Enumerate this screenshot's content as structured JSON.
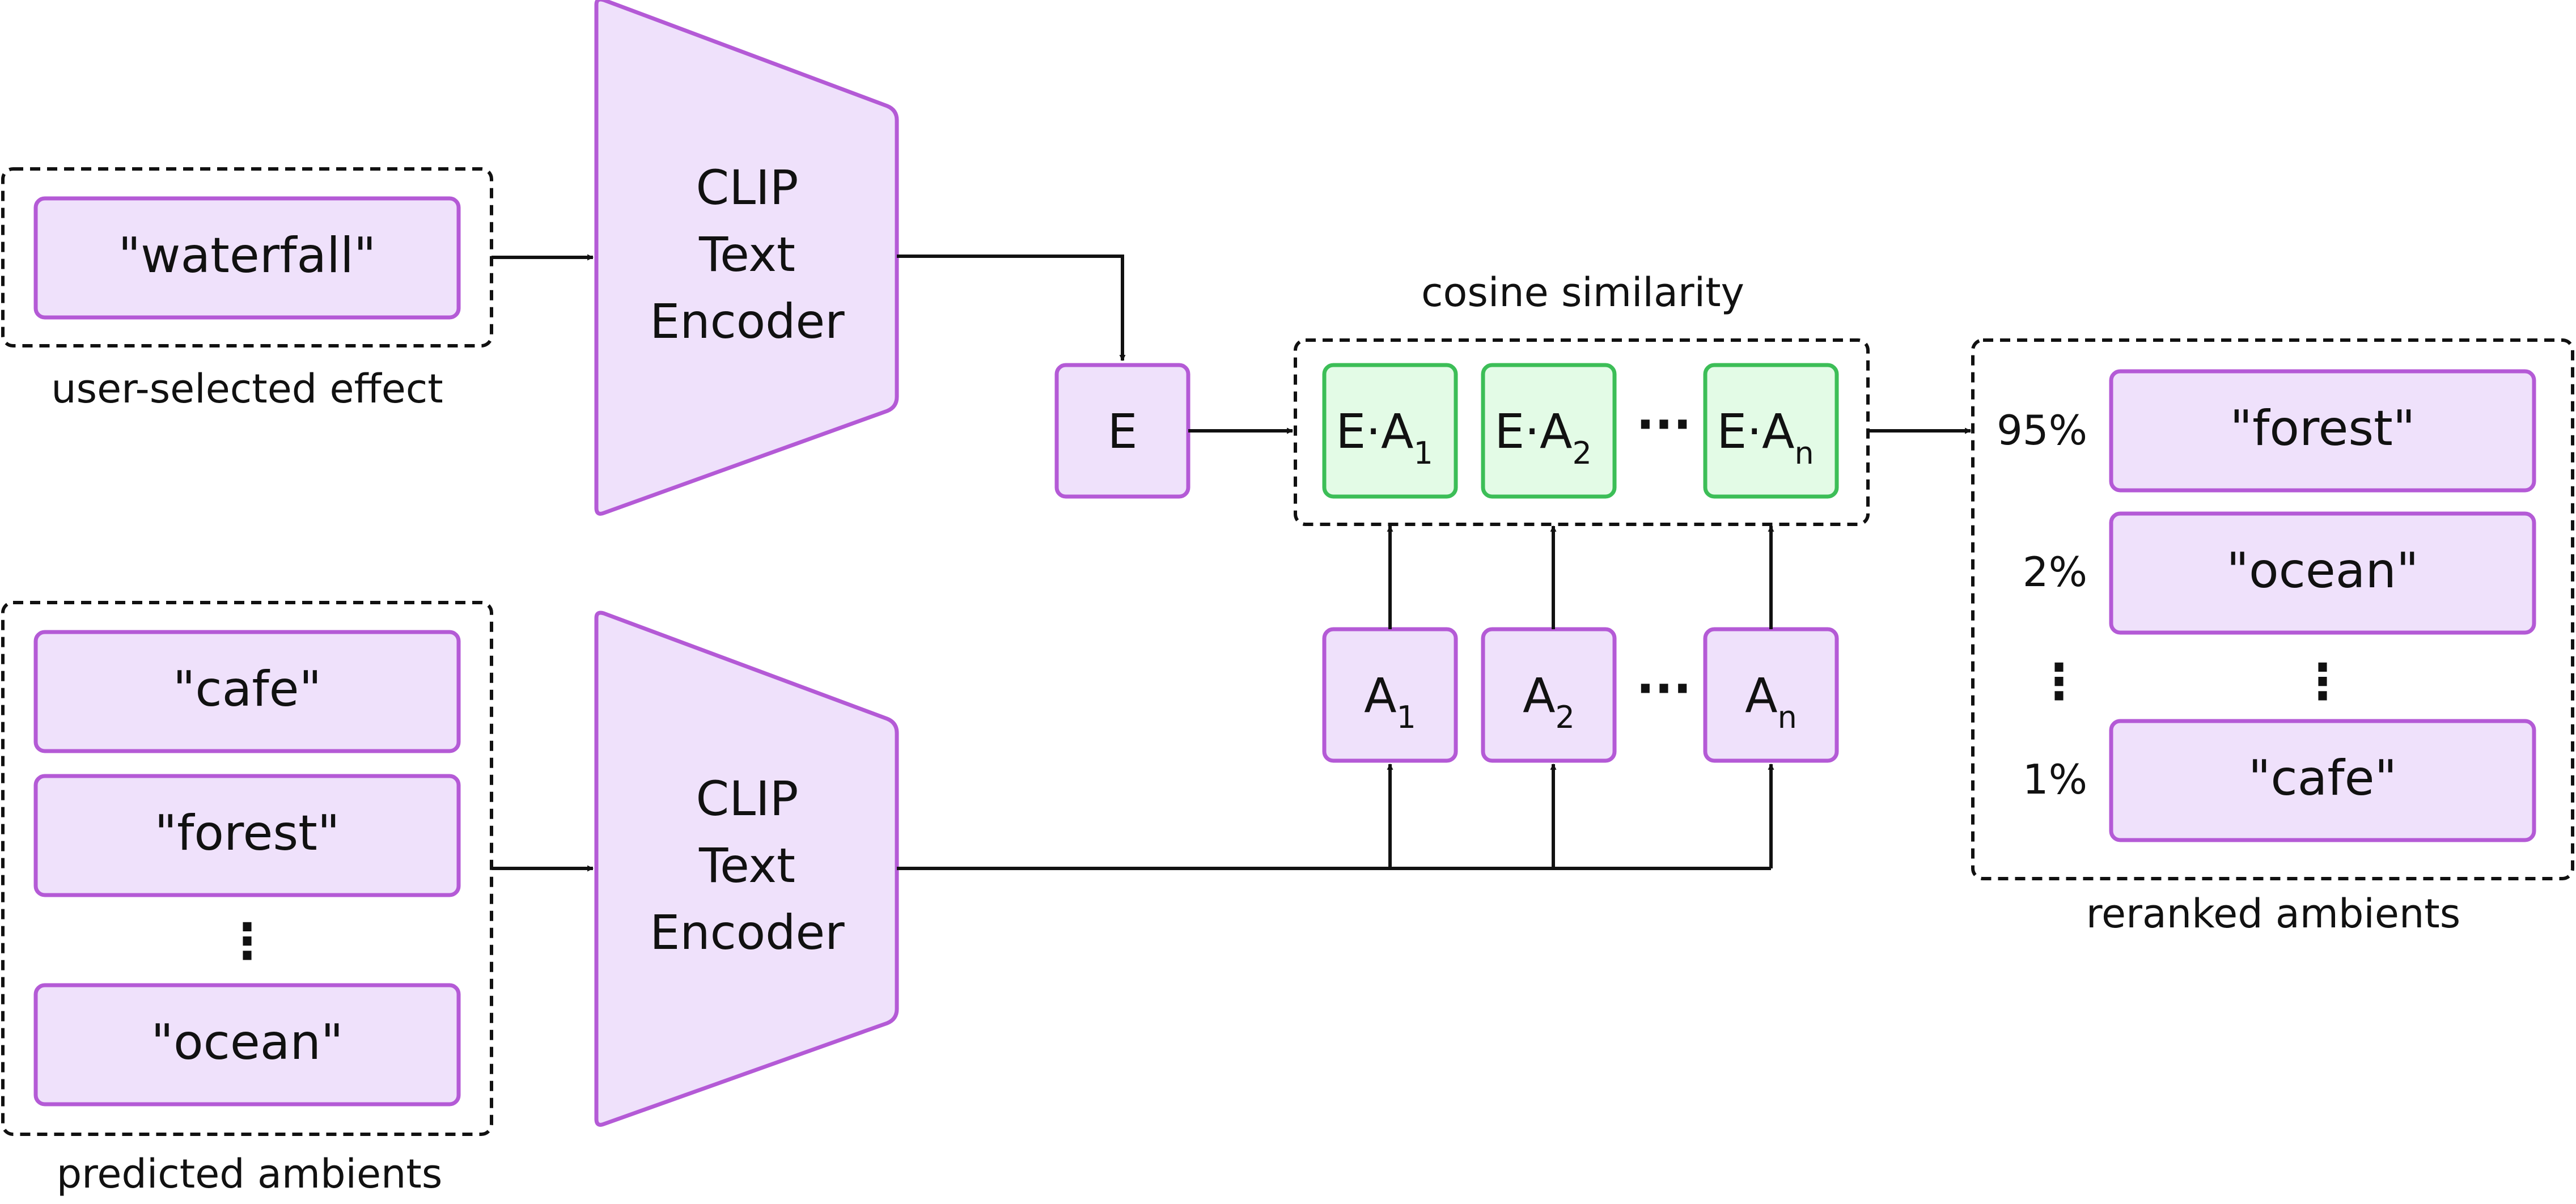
{
  "colors": {
    "purple_fill": "#efe1fb",
    "purple_stroke": "#b45ad6",
    "green_fill": "#e3fbe6",
    "green_stroke": "#3cbe57",
    "line": "#111111"
  },
  "effect": {
    "item": "\"waterfall\"",
    "label": "user-selected effect"
  },
  "encoders": {
    "top": [
      "CLIP",
      "Text",
      "Encoder"
    ],
    "bottom": [
      "CLIP",
      "Text",
      "Encoder"
    ]
  },
  "predicted": {
    "items": [
      "\"cafe\"",
      "\"forest\"",
      "\"ocean\""
    ],
    "ellipsis": "⋮",
    "label": "predicted ambients"
  },
  "embedding": {
    "label": "E"
  },
  "ambient_embeddings": {
    "base": "A",
    "subs": [
      "1",
      "2",
      "n"
    ],
    "ellipsis": "···"
  },
  "cosine": {
    "label": "cosine similarity",
    "prefix": "E·A",
    "subs": [
      "1",
      "2",
      "n"
    ],
    "ellipsis": "···"
  },
  "reranked": {
    "label": "reranked ambients",
    "items": [
      {
        "pct": "95%",
        "name": "\"forest\""
      },
      {
        "pct": "2%",
        "name": "\"ocean\""
      },
      {
        "pct": "1%",
        "name": "\"cafe\""
      }
    ],
    "ellipsis": "⋮"
  }
}
